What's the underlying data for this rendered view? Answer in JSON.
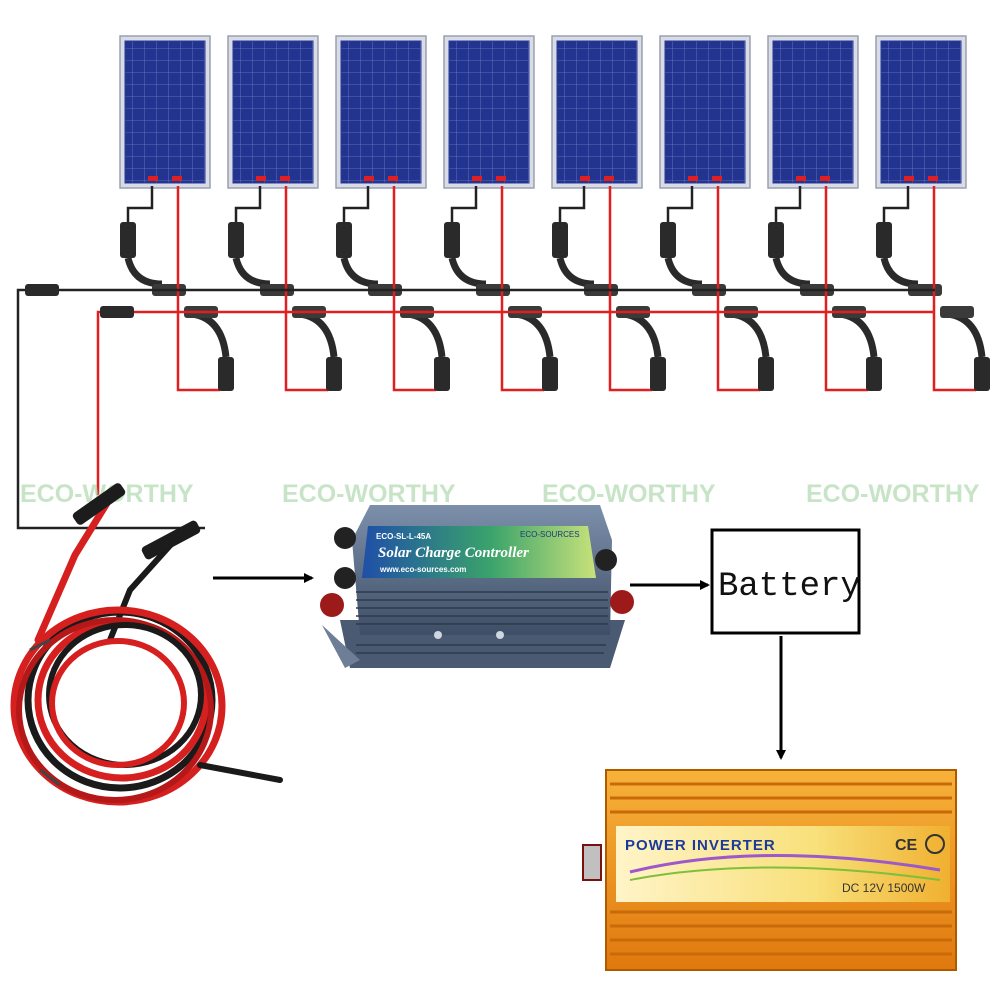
{
  "watermarks": [
    "ECO-WORTHY",
    "ECO-WORTHY",
    "ECO-WORTHY",
    "ECO-WORTHY"
  ],
  "panel_count": 8,
  "battery_label": "Battery",
  "controller": {
    "model": "ECO-SL-L-45A",
    "brand": "ECO-SOURCES",
    "title": "Solar Charge Controller",
    "url": "www.eco-sources.com"
  },
  "inverter": {
    "title": "POWER INVERTER",
    "rating": "DC 12V 1500W",
    "mark": "CE"
  },
  "colors": {
    "panel": "#1e2f8c",
    "positive_wire": "#e02020",
    "negative_wire": "#222222",
    "inverter": "#f39a1e",
    "controller": "#5a6f8c"
  }
}
